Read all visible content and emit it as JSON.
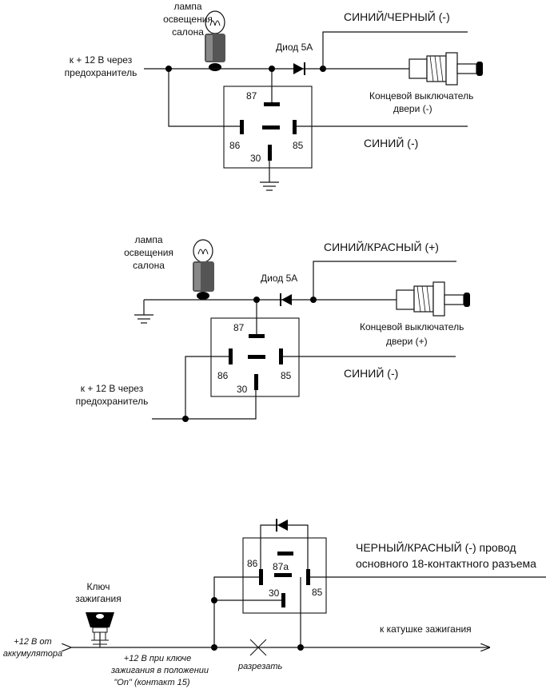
{
  "diagram1": {
    "lamp_label": [
      "лампа",
      "освещения",
      "салона"
    ],
    "power_label": [
      "к + 12 В через",
      "предохранитель"
    ],
    "diode_label": "Диод 5А",
    "wire_top": "СИНИЙ/ЧЕРНЫЙ (-)",
    "switch_label": [
      "Концевой выключатель",
      "двери (-)"
    ],
    "wire_bottom": "СИНИЙ (-)",
    "pins": {
      "p87": "87",
      "p86": "86",
      "p85": "85",
      "p30": "30"
    }
  },
  "diagram2": {
    "lamp_label": [
      "лампа",
      "освещения",
      "салона"
    ],
    "diode_label": "Диод 5А",
    "wire_top": "СИНИЙ/КРАСНЫЙ (+)",
    "switch_label": [
      "Концевой выключатель",
      "двери (+)"
    ],
    "wire_bottom": "СИНИЙ (-)",
    "power_label": [
      "к + 12 В через",
      "предохранитель"
    ],
    "pins": {
      "p87": "87",
      "p86": "86",
      "p85": "85",
      "p30": "30"
    }
  },
  "diagram3": {
    "wire_label": [
      "ЧЕРНЫЙ/КРАСНЫЙ (-) провод",
      "основного 18-контактного разъема"
    ],
    "key_label": [
      "Ключ",
      "зажигания"
    ],
    "battery_label": [
      "+12 В от",
      "аккумулятора"
    ],
    "ignition_label": [
      "+12 В при ключе",
      "зажигания  в положении",
      "\"On\" (контакт 15)"
    ],
    "cut_label": "разрезать",
    "coil_label": "к катушке зажигания",
    "pins": {
      "p86": "86",
      "p87a": "87а",
      "p85": "85",
      "p30": "30"
    }
  }
}
